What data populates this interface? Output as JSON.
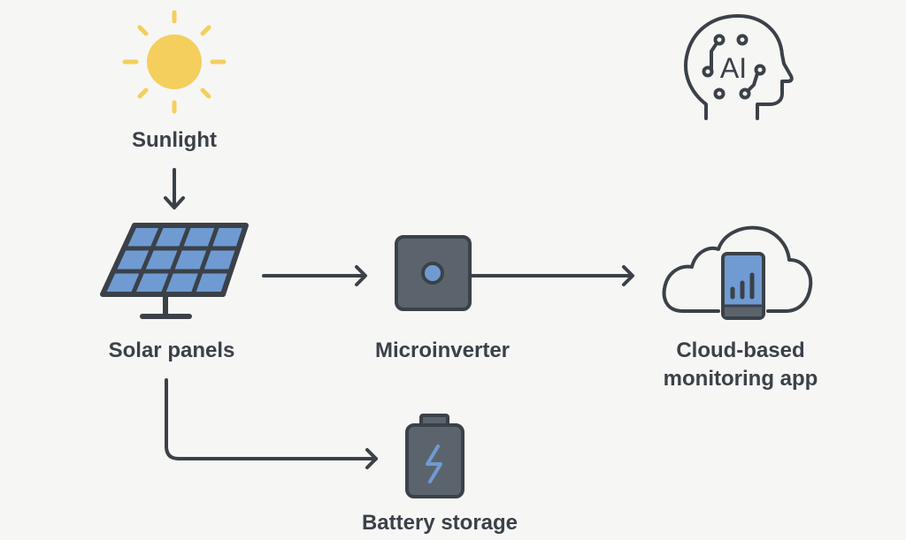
{
  "diagram": {
    "title": "Solar energy system with AI monitoring",
    "colors": {
      "background": "#f6f6f4",
      "stroke": "#3b4148",
      "device_fill": "#5b646d",
      "accent_blue": "#6f9bd2",
      "sun_yellow": "#f4cf5d"
    },
    "nodes": [
      {
        "id": "sunlight",
        "label": "Sunlight",
        "icon": "sun-icon"
      },
      {
        "id": "solar-panels",
        "label": "Solar panels",
        "icon": "solar-panel-icon"
      },
      {
        "id": "microinverter",
        "label": "Microinverter",
        "icon": "microinverter-icon"
      },
      {
        "id": "cloud-app",
        "label_lines": [
          "Cloud-based",
          "monitoring app"
        ],
        "icon": "cloud-phone-icon"
      },
      {
        "id": "battery",
        "label": "Battery storage",
        "icon": "battery-icon"
      },
      {
        "id": "ai",
        "label": "",
        "icon": "ai-head-icon",
        "icon_text": "AI"
      }
    ],
    "edges": [
      {
        "from": "sunlight",
        "to": "solar-panels"
      },
      {
        "from": "solar-panels",
        "to": "microinverter"
      },
      {
        "from": "microinverter",
        "to": "cloud-app"
      },
      {
        "from": "solar-panels",
        "to": "battery"
      }
    ]
  }
}
